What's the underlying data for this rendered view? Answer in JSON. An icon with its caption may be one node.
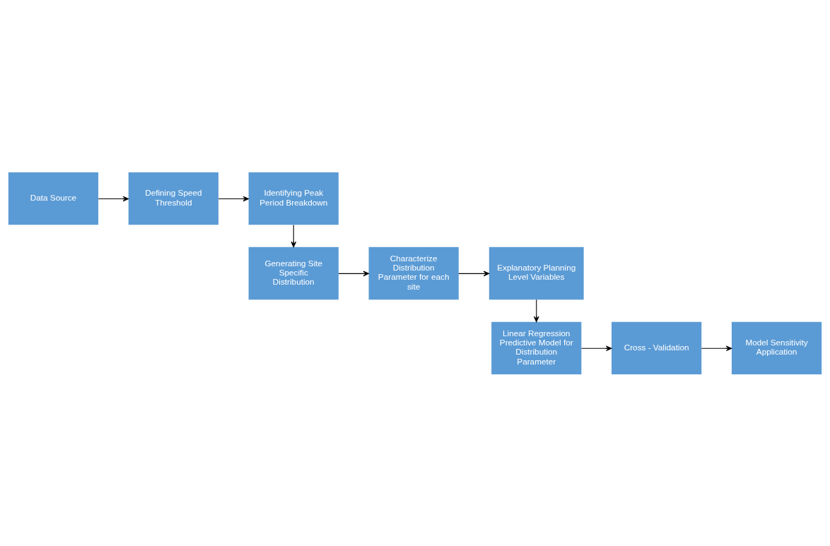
{
  "diagram": {
    "nodes": [
      {
        "text": [
          "Data Source"
        ]
      },
      {
        "text": [
          "Defining Speed Threshold"
        ]
      },
      {
        "text": [
          "Identifying Peak Period Breakdown"
        ]
      },
      {
        "text": [
          "Generating Site Specific Distribution"
        ]
      },
      {
        "text": [
          "Characterize Distribution Parameter for each site"
        ]
      },
      {
        "text": [
          "Explanatory Planning Level Variables"
        ]
      },
      {
        "text": [
          "Linear Regression Predictive Model for Distribution Parameter"
        ]
      },
      {
        "text": [
          "Cross - Validation"
        ]
      },
      {
        "text": [
          "Model Sensitivity Application"
        ]
      }
    ],
    "edges": [
      {
        "from": 0,
        "to": 1,
        "arrow": "to"
      },
      {
        "from": 1,
        "to": 2,
        "arrow": "to"
      },
      {
        "from": 2,
        "to": 3,
        "arrow": "to"
      },
      {
        "from": 3,
        "to": 4,
        "arrow": "to"
      },
      {
        "from": 4,
        "to": 5,
        "arrow": "to"
      },
      {
        "from": 5,
        "to": 6,
        "arrow": "to"
      },
      {
        "from": 6,
        "to": 7,
        "arrow": "to"
      },
      {
        "from": 7,
        "to": 8,
        "arrow": "to"
      }
    ]
  }
}
